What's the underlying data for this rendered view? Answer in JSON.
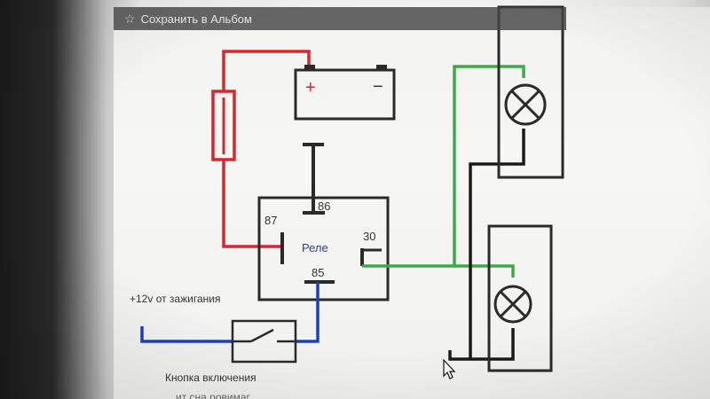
{
  "toolbar": {
    "save_label": "Сохранить в Альбом",
    "star_icon": "star-icon"
  },
  "diagram": {
    "battery": {
      "plus": "+",
      "minus": "−"
    },
    "relay": {
      "label": "Реле",
      "pin_86": "86",
      "pin_87": "87",
      "pin_85": "85",
      "pin_30": "30"
    },
    "ignition_label": "+12v от зажигания",
    "button_label": "Кнопка включения",
    "partial_caption": "ит сна   ровимаг"
  },
  "colors": {
    "wire_red": "#d8262e",
    "wire_green": "#3fa94a",
    "wire_blue": "#1d3fbf",
    "wire_black": "#1a1a1a",
    "component": "#2a2a2a"
  }
}
